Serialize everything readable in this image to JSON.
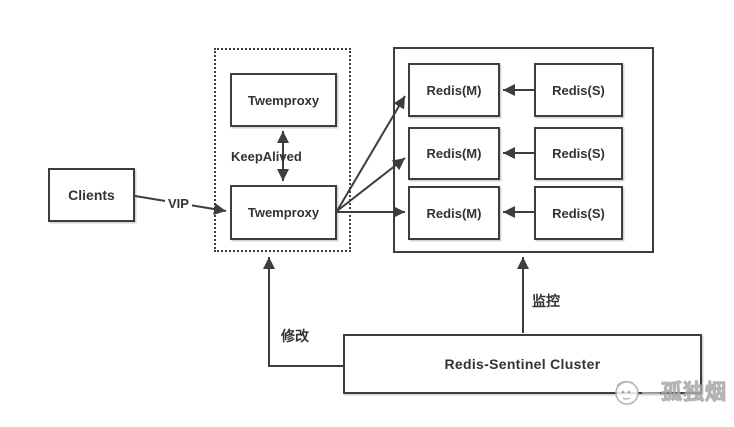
{
  "nodes": {
    "clients": "Clients",
    "twemproxy_top": "Twemproxy",
    "twemproxy_bottom": "Twemproxy",
    "redis_master": "Redis(M)",
    "redis_slave": "Redis(S)",
    "sentinel": "Redis-Sentinel Cluster"
  },
  "edges": {
    "vip": "VIP",
    "keepalived": "KeepAlived",
    "modify": "修改",
    "monitor": "监控"
  },
  "watermark": {
    "dash": "—",
    "text": "孤独烟"
  },
  "colors": {
    "line": "#3d3d3d",
    "text": "#333333",
    "background": "#ffffff",
    "watermark": "#b5b5b5"
  }
}
